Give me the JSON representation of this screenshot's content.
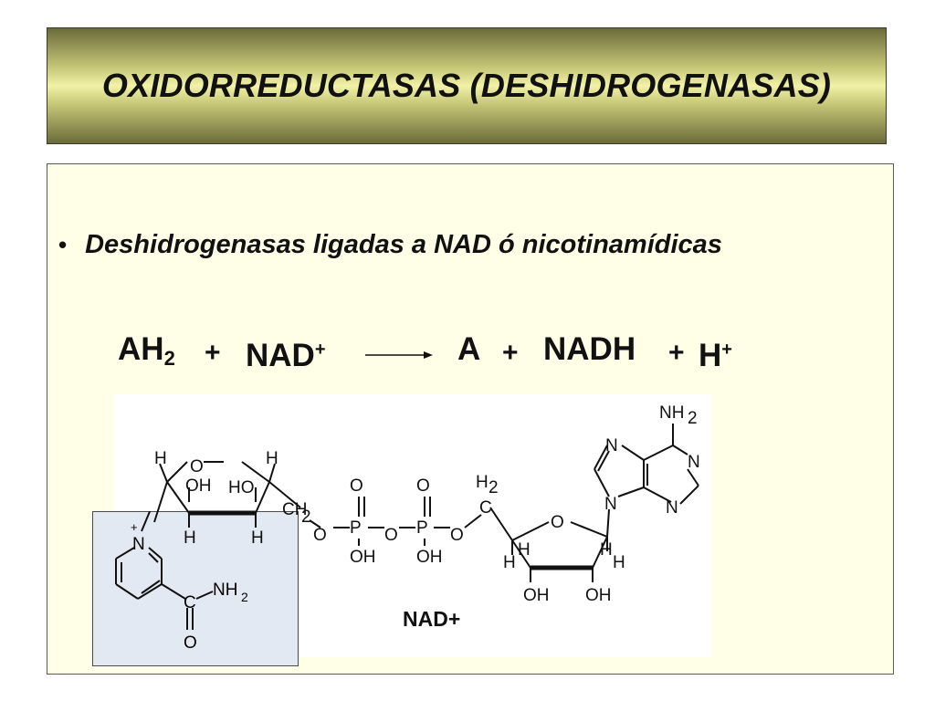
{
  "slide": {
    "title": "OXIDORREDUCTASAS (DESHIDROGENASAS)",
    "bullet": {
      "marker": "•",
      "text": "Deshidrogenasas ligadas a NAD ó nicotinamídicas"
    },
    "equation": {
      "reactant_1_base": "AH",
      "reactant_1_sub": "2",
      "plus_1": "+",
      "reactant_2_base": "NAD",
      "reactant_2_sup": "+",
      "product_1": "A",
      "plus_2": "+",
      "product_2": "NADH",
      "plus_3": "+",
      "product_3_base": "H",
      "product_3_sup": "+"
    },
    "structure": {
      "name": "NAD+",
      "labels": {
        "h": "H",
        "o": "O",
        "oh": "OH",
        "ho": "HO",
        "ch2": "CH",
        "sub2": "2",
        "h2": "H",
        "c": "C",
        "p": "P",
        "n": "N",
        "nplus": "+",
        "nh2": "NH",
        "plus": "+"
      }
    }
  }
}
